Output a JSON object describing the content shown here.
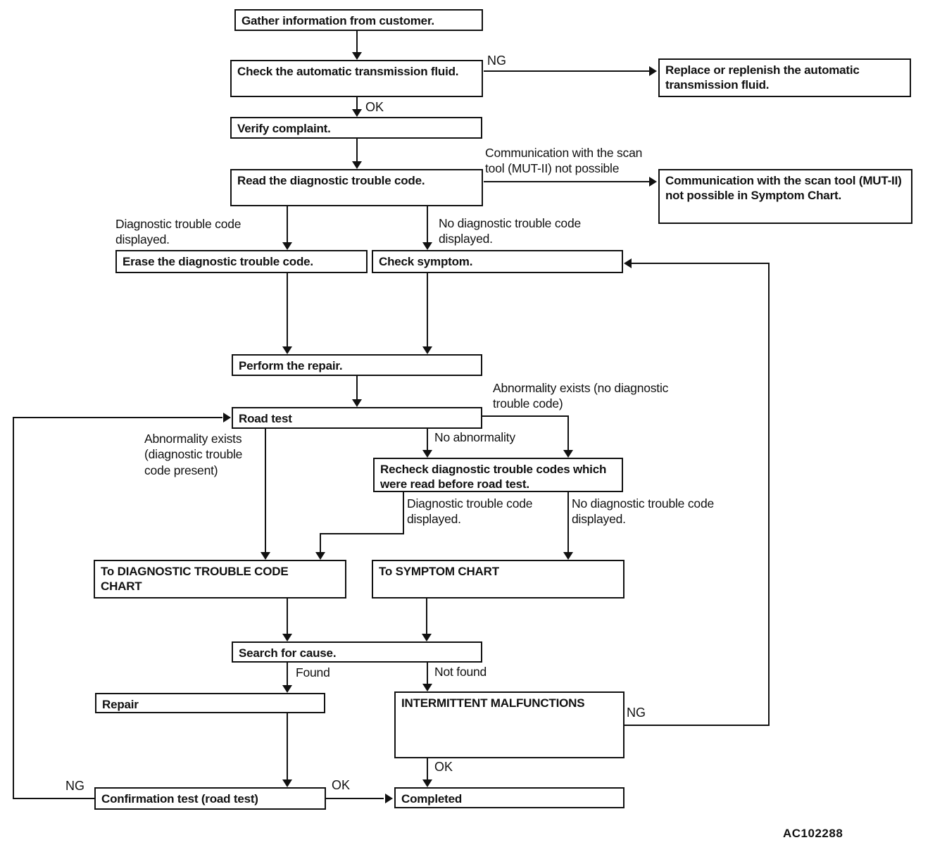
{
  "figure": {
    "code": "AC102288"
  },
  "flowchart": {
    "colors": {
      "line": "#111111",
      "box_bg": "#ffffff",
      "page_bg": "#ffffff",
      "text": "#111111"
    },
    "nodes": [
      {
        "id": "gather",
        "label": "Gather information from customer."
      },
      {
        "id": "check-fluid",
        "label": "Check the automatic transmission fluid."
      },
      {
        "id": "replace-fluid",
        "label": "Replace or replenish the automatic transmission fluid."
      },
      {
        "id": "verify-complaint",
        "label": "Verify complaint."
      },
      {
        "id": "read-dtc",
        "label": "Read the diagnostic trouble code."
      },
      {
        "id": "comm-not-possible",
        "label": "Communication with the scan tool (MUT-II) not possible in Symptom Chart."
      },
      {
        "id": "erase-dtc",
        "label": "Erase the diagnostic trouble code."
      },
      {
        "id": "check-symptom",
        "label": "Check symptom."
      },
      {
        "id": "perform-repair",
        "label": "Perform the repair."
      },
      {
        "id": "road-test",
        "label": "Road test"
      },
      {
        "id": "recheck-dtc",
        "label": "Recheck diagnostic trouble codes which were read before road test."
      },
      {
        "id": "to-dtc-chart",
        "label": "To DIAGNOSTIC TROUBLE CODE CHART"
      },
      {
        "id": "to-symptom-chart",
        "label": "To SYMPTOM CHART"
      },
      {
        "id": "search-cause",
        "label": "Search for cause."
      },
      {
        "id": "repair",
        "label": "Repair"
      },
      {
        "id": "intermittent",
        "label": "INTERMITTENT MALFUNCTIONS"
      },
      {
        "id": "confirmation-test",
        "label": "Confirmation test (road test)"
      },
      {
        "id": "completed",
        "label": "Completed"
      }
    ],
    "edge_labels": [
      {
        "id": "ng-fluid",
        "text": "NG"
      },
      {
        "id": "ok-fluid",
        "text": "OK"
      },
      {
        "id": "comm-branch",
        "text": "Communication with the scan tool (MUT-II) not possible"
      },
      {
        "id": "dtc-displayed-1",
        "text": "Diagnostic trouble code displayed."
      },
      {
        "id": "no-dtc-displayed-1",
        "text": "No diagnostic trouble code displayed."
      },
      {
        "id": "abnormality-no-dtc",
        "text": "Abnormality exists (no diagnostic trouble code)"
      },
      {
        "id": "no-abnormality",
        "text": "No abnormality"
      },
      {
        "id": "abnormality-dtc-present",
        "text": "Abnormality exists (diagnostic trouble code present)"
      },
      {
        "id": "dtc-displayed-2",
        "text": "Diagnostic trouble code displayed."
      },
      {
        "id": "no-dtc-displayed-2",
        "text": "No diagnostic trouble code displayed."
      },
      {
        "id": "found",
        "text": "Found"
      },
      {
        "id": "not-found",
        "text": "Not found"
      },
      {
        "id": "ng-intermittent",
        "text": "NG"
      },
      {
        "id": "ok-intermittent",
        "text": "OK"
      },
      {
        "id": "ng-confirmation",
        "text": "NG"
      },
      {
        "id": "ok-confirmation",
        "text": "OK"
      }
    ]
  }
}
